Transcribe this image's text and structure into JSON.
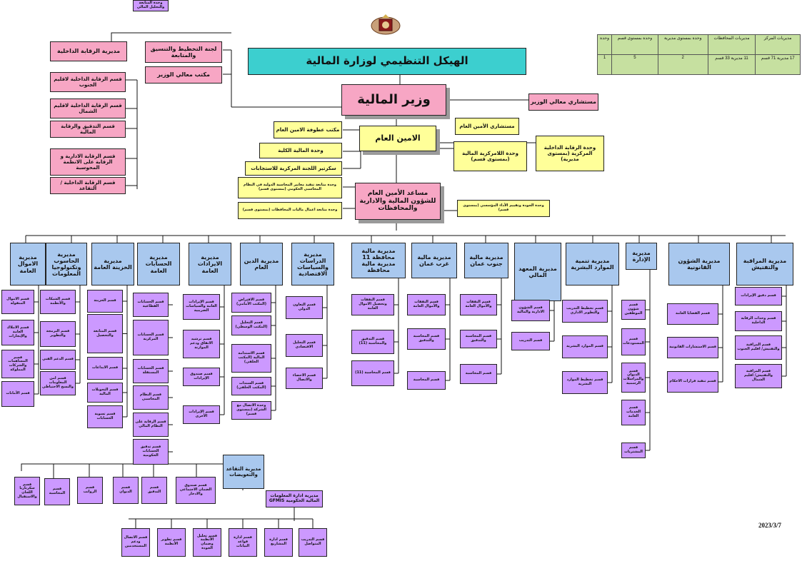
{
  "title": "الهيكل التنظيمي لوزارة المالية",
  "date": "2023/3/7",
  "stats": {
    "headers": [
      "مديريات المركز",
      "مديريات المحافظات",
      "وحدة بمستوى مديرية",
      "وحدة بمستوى قسم",
      "وحدة"
    ],
    "values": [
      "17 مديرية 71 قسم",
      "11 مديرية 33 قسم",
      "2",
      "5",
      "1"
    ]
  },
  "top": {
    "minister": "وزير المالية",
    "minister_advisors": "مستشاري معالي الوزير",
    "planning_committee": "لجنة التخطيط والتنسيق والمتابعة",
    "minister_office": "مكتب معالي الوزير",
    "internal_audit": "مديرية الرقابة الداخلية",
    "secretary_general": "الامين العام",
    "sg_advisors": "مستشاري الأمين العام",
    "sg_office": "مكتب عطوفة الامين العام",
    "macro_unit": "وحدة المالية الكلية",
    "tender_secretariat": "سكرتير اللجنة المركزية للاستجابات",
    "decentral_unit": "وحدة اللامركزية المالية (بمستوى قسم)",
    "central_audit_unit": "وحدة الرقابة الداخلية المركزية (بمستوى مديرية)",
    "assistant_sg": "مساعد الأمين العام للشؤون المالية والادارية والمحافظات",
    "ipsas_unit": "وحدة متابعة تنفيذ معايير المحاسبة الدولية في النظام المحاسبي الحكومي (بمستوى قسم)",
    "gov_accounts_unit": "وحدة متابعة اعمال ماليات المحافظات (بمستوى قسم)",
    "quality_unit": "وحدة الجودة وتقييم الأداء المؤسسي (بمستوى قسم)"
  },
  "audit_sections": [
    "قسم الرقابة الداخلية لاقليم الجنوب",
    "قسم الرقابة الداخلية لاقليم الشمال",
    "قسم التدقيق والرقابة المالية",
    "قسم الرقابة الادارية و الرقابة على الانظمة المحوسبة",
    "قسم الرقابة الداخلية / التقاعد"
  ],
  "directorates": [
    {
      "name": "مديرية المراقبة والتفتيش",
      "sections": [
        "قسم دقيق الإيرادات",
        "قسم وحدات الرقابة الداخلية",
        "قسم المراقبة والتفتيش/ اقليم الجنوب",
        "قسم المراقبة والتفتيش/ اقليم الشمال"
      ]
    },
    {
      "name": "مديرية الشؤون القانونية",
      "sections": [
        "قسم القضايا العامة",
        "قسم الاستشارات القانونية",
        "قسم تنفيذ قرارات الاحكام"
      ]
    },
    {
      "name": "مديرية الإدارة",
      "sections": [
        "قسم شؤون الموظفين",
        "قسم المستودعات",
        "قسم الديوان والمراسلات الرسمية",
        "قسم الخدمات العامة",
        "قسم المشتريات"
      ]
    },
    {
      "name": "مديرية تنمية الموارد البشرية",
      "sections": [
        "قسم تخطيط التدريب والتطوير الاداري",
        "قسم الموارد البشرية",
        "قسم تخطيط الموارد البشرية"
      ]
    },
    {
      "name": "مديرية المعهد المالي",
      "sections": [
        "قسم الشؤون الادارية والمالية",
        "قسم التدريب"
      ]
    },
    {
      "name": "مديرية مالية جنوب عمان",
      "sections": [
        "قسم النفقات والأموال العامة",
        "قسم المحاسبة والتدقيق",
        "قسم المحاسبة"
      ]
    },
    {
      "name": "مديرية مالية غرب عمان",
      "sections": [
        "قسم النفقات والأموال العامة",
        "قسم المحاسبة والتدقيق",
        "قسم المحاسبة"
      ]
    },
    {
      "name": "مديرية مالية محافظة 11 مديرية مالية محافظة",
      "sections": [
        "قسم النفقات وتحصيل الاموال العامة",
        "قسم التدقيق والمحاسبة (11)",
        "قسم المحاسبة (11)"
      ]
    },
    {
      "name": "مديرية الدراسات والسياسات الاقتصادية",
      "sections": [
        "قسم التعاون الدولي",
        "قسم التحليل الاقتصادي",
        "قسم الاحصاء والاتصال"
      ]
    },
    {
      "name": "مديرية الدين العام",
      "sections": [
        "قسم الاقتراض (المكتب الأمامي)",
        "قسم التحليل (المكتب الوسطي)",
        "قسم الاستدامة المالية (المكتب الخلفي)",
        "قسم السندات (المكتب الخلفي)",
        "وحدة الاتصال مع الشركة (بمستوى قسم)"
      ]
    },
    {
      "name": "مديرية الايرادات العامة",
      "sections": [
        "قسم الإيرادات العامة والسياسات الضريبية",
        "قسم ترشيد الانفاق ودعم الموازنة",
        "قسم صندوق الإيرادات",
        "قسم الإيرادات الأخرى"
      ]
    },
    {
      "name": "مديرية الحسابات العامة",
      "sections": [
        "قسم الحسابات القطاعية",
        "قسم الحسابات المركزية",
        "قسم الحسابات المستقلة",
        "قسم النظام المحاسبي",
        "قسم الرقابة على النظام المالي",
        "قسم تدقيق الحسابات الحكومية",
        "وحدة المتابعة والتحليل المالي"
      ]
    },
    {
      "name": "مديرية الخزينة العامة",
      "sections": [
        "قسم الخزينة",
        "قسم المتابعة والتحصيل",
        "قسم الايداعات",
        "قسم التحويلات المالية",
        "قسم تسوية الحسابات"
      ]
    },
    {
      "name": "مديرية الحاسوب وتكنولوجيا المعلومات",
      "sections": [
        "قسم الشبكات والأنظمة",
        "قسم البرمجة والتطوير",
        "قسم الدعم الفني",
        "قسم امن المعلومات والنسخ الاحتياطي"
      ]
    },
    {
      "name": "مديرية الاموال العامة",
      "sections": [
        "قسم الاموال المنقولة",
        "قسم الاملاك العامة والإيجارات",
        "قسم المساهمات والشركات المملوكة",
        "قسم الأمانات"
      ]
    }
  ],
  "retirement": {
    "name": "مديرية التقاعد والتعويضات",
    "sections": [
      "قسم سكرتاريا اللجان والاستقبال",
      "قسم المحاسبة",
      "قسم الرواتب",
      "قسم الديوان",
      "قسم التدقيق",
      "قسم التدقيق",
      "قسم صندوق الضمان الاجتماعي والادخار"
    ]
  },
  "gfmis": {
    "name": "مديرية ادارة المعلومات المالية الحكومية GFMIS",
    "sections": [
      "قسم الاتصال ودعم المستخدمين",
      "قسم تطوير الأنظمة",
      "قسم تحليل الأنظمة وضمان الجودة",
      "قسم ادارة قواعد البيانات",
      "قسم ادارة المشاريع",
      "قسم التدريب المتواصل"
    ]
  }
}
